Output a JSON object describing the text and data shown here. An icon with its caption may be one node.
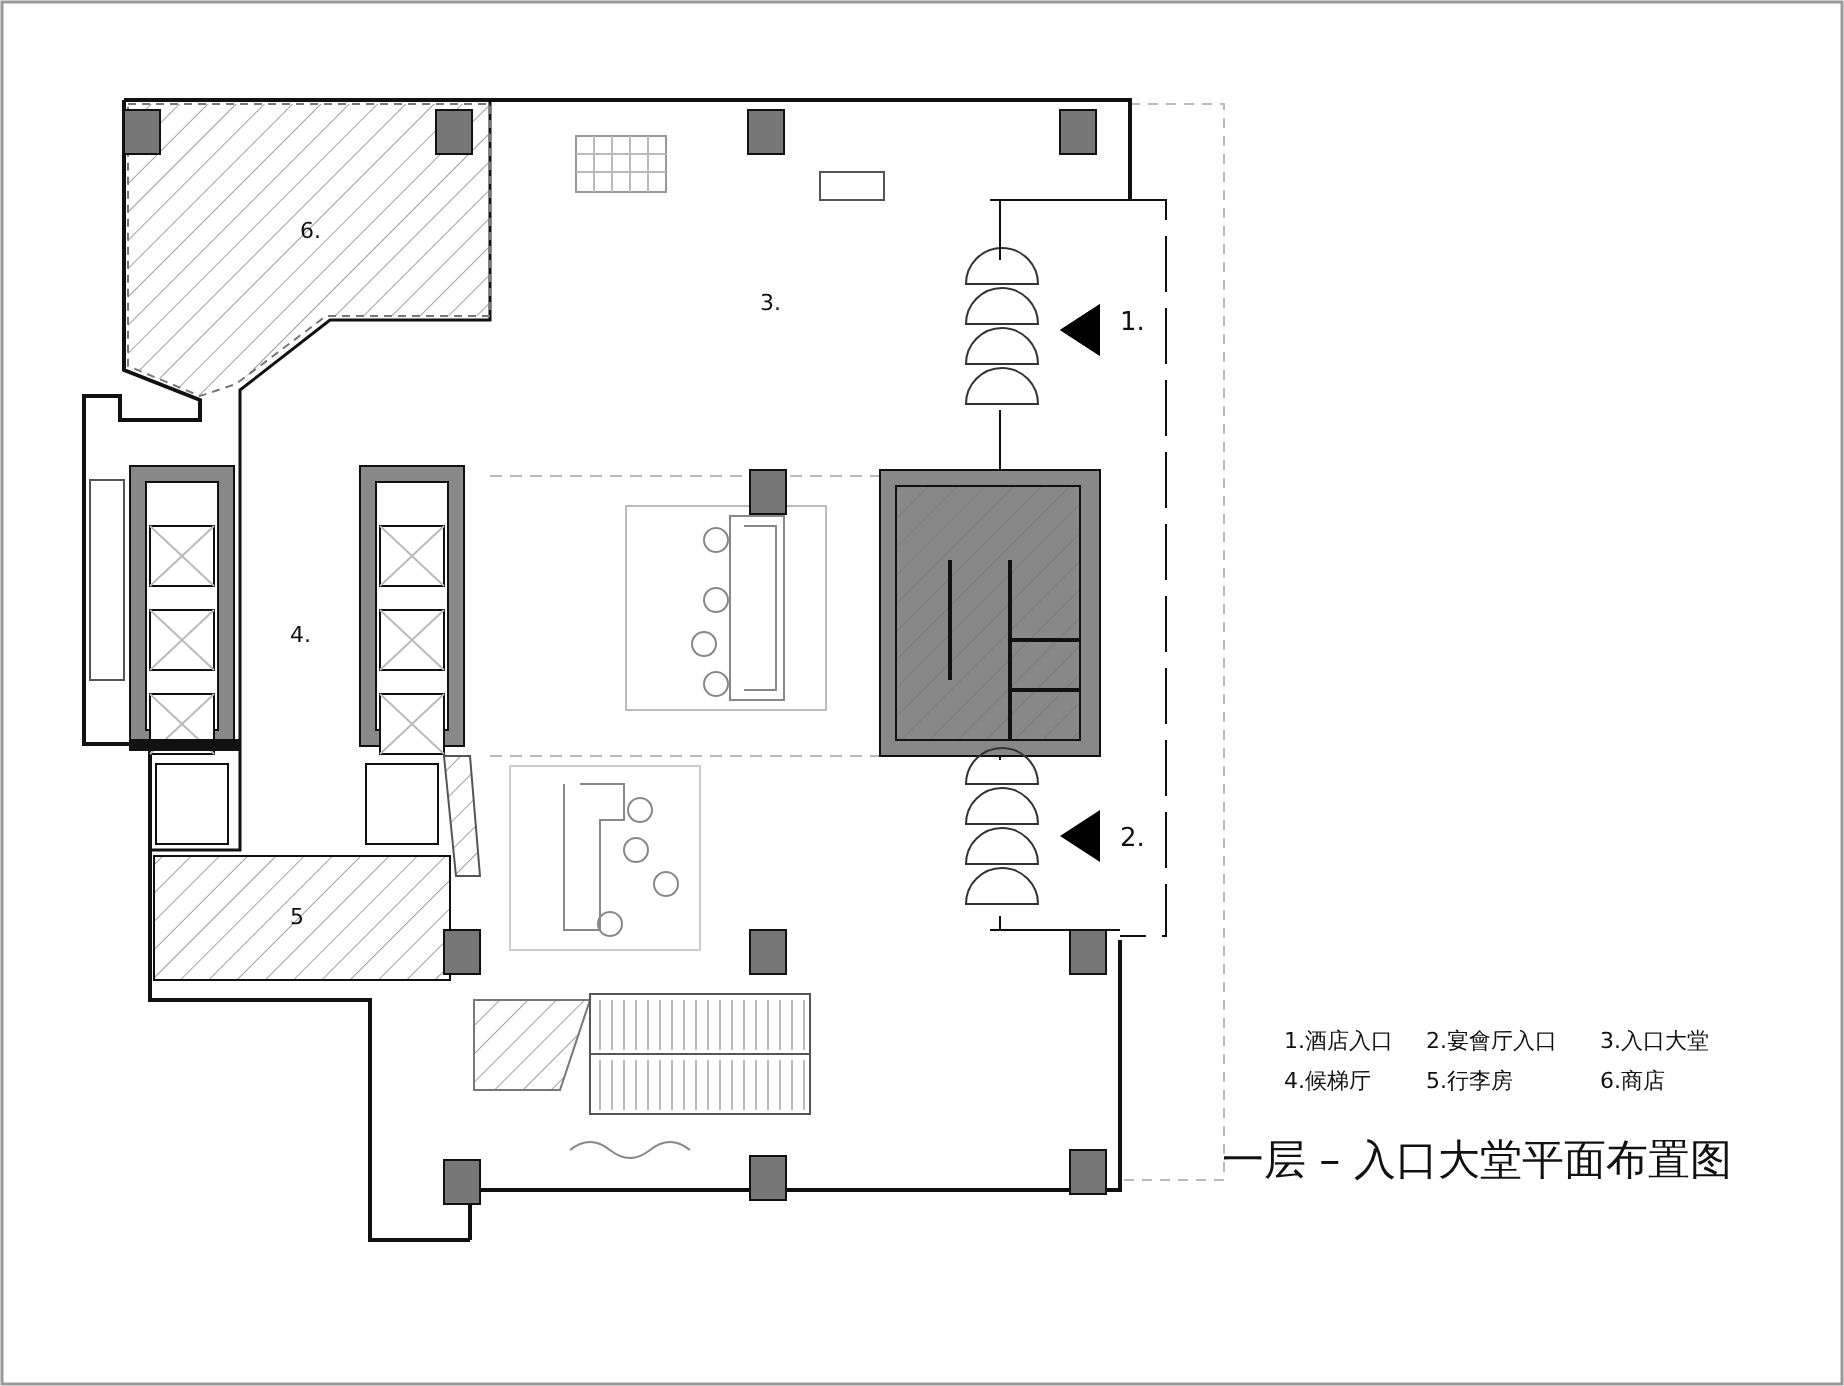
{
  "diagram": {
    "title": "一层 – 入口大堂平面布置图",
    "labels": [
      "6.",
      "3.",
      "1.",
      "4.",
      "2.",
      "5",
      "1.酒店入口",
      "2.宴會厅入口",
      "3.入口大堂",
      "4.候梯厅",
      "5.行李房",
      "6.商店"
    ]
  }
}
